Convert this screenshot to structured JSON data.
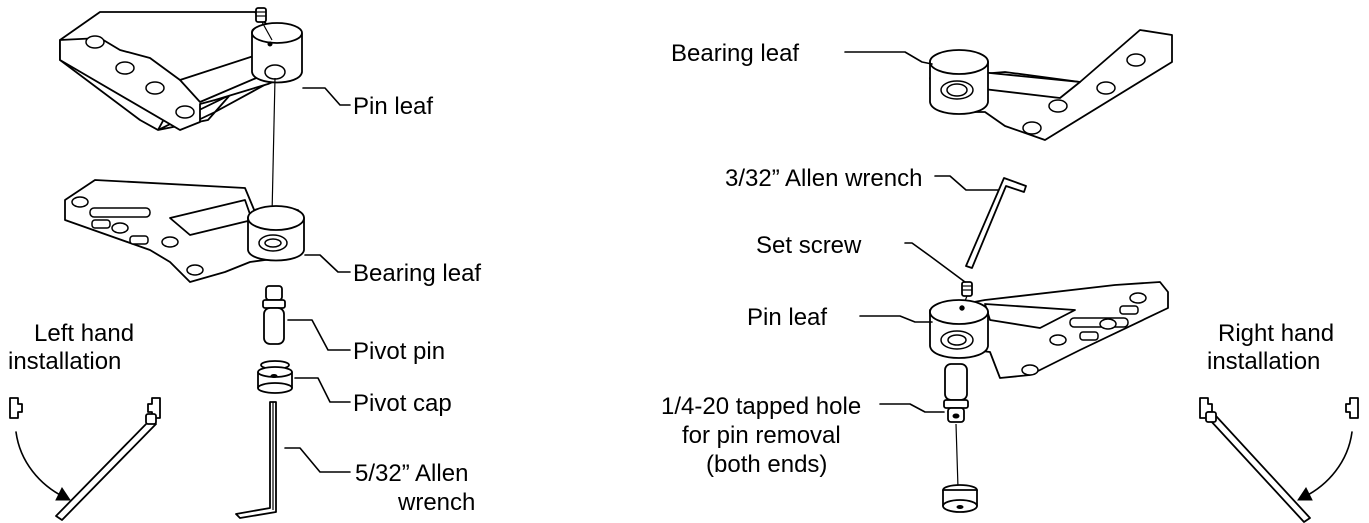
{
  "labels": {
    "left_pin_leaf": "Pin leaf",
    "left_bearing_leaf": "Bearing leaf",
    "pivot_pin": "Pivot pin",
    "pivot_cap": "Pivot cap",
    "allen_532_line1": "5/32” Allen",
    "allen_532_line2": "wrench",
    "left_install_line1": "Left hand",
    "left_install_line2": "installation",
    "right_bearing_leaf": "Bearing leaf",
    "allen_332": "3/32” Allen wrench",
    "set_screw": "Set screw",
    "right_pin_leaf": "Pin leaf",
    "tapped_line1": "1/4-20 tapped hole",
    "tapped_line2": "for pin removal",
    "tapped_line3": "(both ends)",
    "right_install_line1": "Right hand",
    "right_install_line2": "installation"
  },
  "icons": {
    "swing_arrow": "curved-arrow-icon",
    "door_jamb": "jamb-icon"
  }
}
